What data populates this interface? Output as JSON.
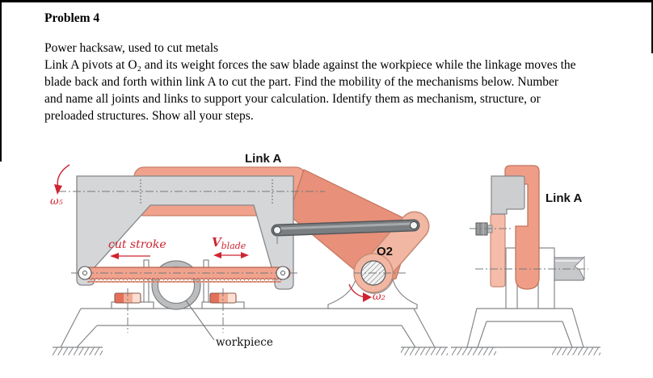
{
  "title": "Problem 4",
  "paragraph": {
    "lines": [
      "Power hacksaw, used to cut metals",
      "Link A pivots at O₂ and its weight forces the saw blade against the workpiece while the linkage moves the",
      "blade back and forth within link A to cut the part. Find the mobility of the mechanisms below. Number",
      "and name all joints and links to support your calculation. Identify them as mechanism, structure, or",
      "preloaded structures. Show all your steps."
    ]
  },
  "diagram": {
    "labels": {
      "link_a_main": "Link A",
      "link_a_side": "Link A",
      "o2": "O2",
      "omega_5": "ω₅",
      "omega_2": "ω₂",
      "cut_stroke": "cut stroke",
      "v_blade": {
        "main": "V",
        "sub": "blade"
      },
      "workpiece": "workpiece"
    },
    "icons": {
      "ground_hatch": "ground-hatch-symbol",
      "pivot_hatch": "section-hatch-circle"
    }
  },
  "colors": {
    "annotation_red": "#cf2430",
    "link_salmon": "#f0a28c",
    "link_salmon_dark": "#e8907a",
    "link_salmon_light": "#f2b7a2",
    "metal_gray": "#d4d6d8",
    "rod_gray": "#7b7e80",
    "outline_gray": "#85878a",
    "workpiece_gray": "#bbbdbf"
  }
}
